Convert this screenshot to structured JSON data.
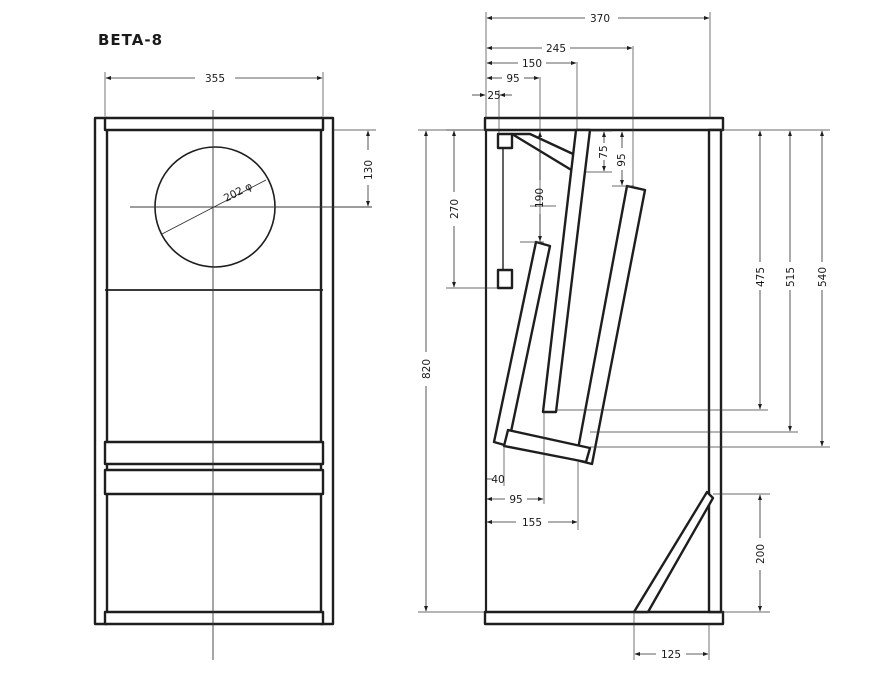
{
  "title": "BETA-8",
  "front_view": {
    "width_dim": "355",
    "speaker_offset_dim": "130",
    "speaker_hole_label": "202 φ"
  },
  "side_view": {
    "depth_dim": "370",
    "dim_245": "245",
    "dim_150": "150",
    "dim_95_top": "95",
    "dim_25": "25",
    "dim_75": "75",
    "dim_95_right": "95",
    "dim_270": "270",
    "dim_190": "190",
    "height_dim": "820",
    "dim_475": "475",
    "dim_515": "515",
    "dim_540": "540",
    "dim_40": "40",
    "dim_95_bottom": "95",
    "dim_155": "155",
    "dim_200": "200",
    "dim_125": "125"
  }
}
